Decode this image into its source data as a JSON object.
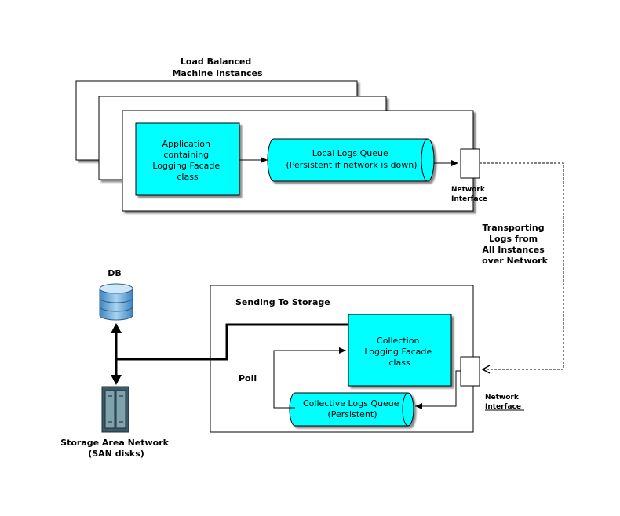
{
  "title_load_balanced": [
    "Load Balanced",
    "Machine Instances"
  ],
  "app_box": [
    "Application",
    "containing",
    "Logging Facade",
    "class"
  ],
  "local_queue": [
    "Local Logs Queue",
    "(Persistent if network is down)"
  ],
  "network_interface_top": [
    "Network",
    "Interface"
  ],
  "transport_label": [
    "Transporting",
    "Logs from",
    "All Instances",
    "over Network"
  ],
  "db_label": "DB",
  "sending_label": "Sending To Storage",
  "collection_box": [
    "Collection",
    "Logging Facade",
    "class"
  ],
  "poll_label": "Poll",
  "collective_queue": [
    "Collective Logs Queue",
    "(Persistent)"
  ],
  "network_interface_bottom": [
    "Network",
    "Interface"
  ],
  "san_label": [
    "Storage Area Network",
    "(SAN disks)"
  ],
  "colors": {
    "cyan": "#00ffff",
    "stroke": "#000000",
    "db_blue": "#6aa9d6",
    "san_dark": "#3c5a66"
  }
}
